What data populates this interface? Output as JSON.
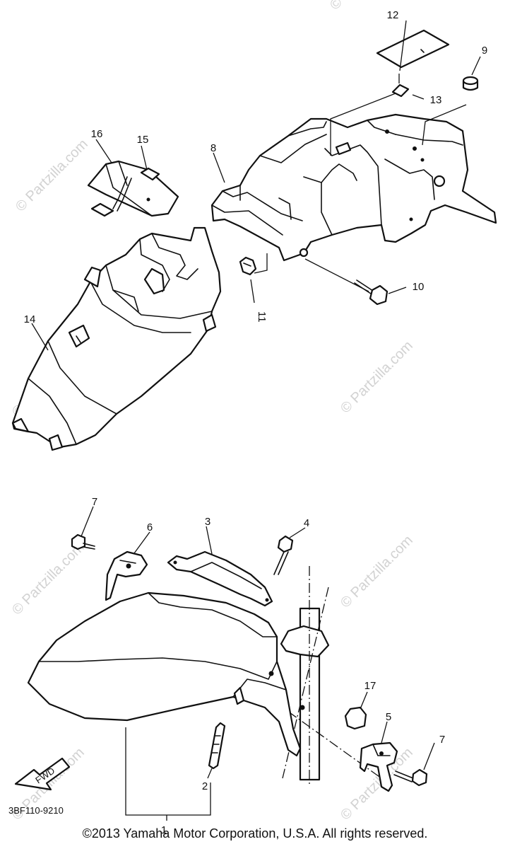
{
  "callouts": [
    "1",
    "2",
    "3",
    "4",
    "5",
    "6",
    "7",
    "7",
    "8",
    "9",
    "10",
    "11",
    "12",
    "13",
    "14",
    "15",
    "16",
    "17"
  ],
  "watermark": "© Partzilla.com",
  "diagram_code": "3BF110-9210",
  "fwd_label": "FWD",
  "copyright": "©2013  Yamaha Motor Corporation, U.S.A. All rights reserved.",
  "colors": {
    "ink": "#111111",
    "watermark": "#d2d2d2",
    "background": "#ffffff"
  }
}
